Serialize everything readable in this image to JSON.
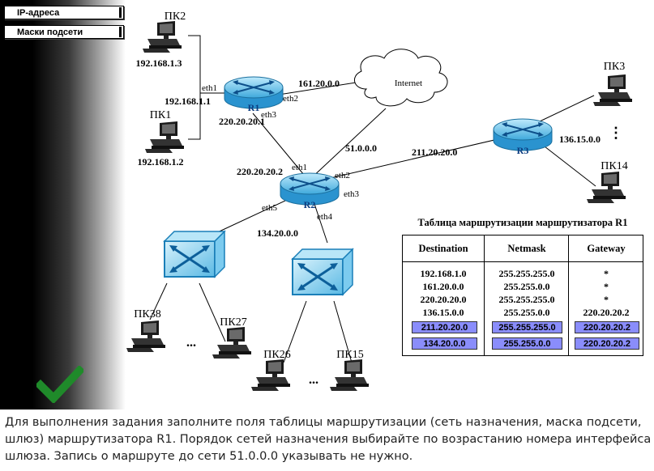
{
  "sidebar": {
    "tabs": [
      {
        "label": "IP-адреса"
      },
      {
        "label": "Маски подсети"
      }
    ]
  },
  "status": {
    "icon": "checkmark-icon",
    "color": "#1f8a2a"
  },
  "network": {
    "hosts": [
      {
        "name": "ПК2",
        "ip": "192.168.1.3"
      },
      {
        "name": "ПК1",
        "ip": "192.168.1.2"
      },
      {
        "name": "ПК3"
      },
      {
        "name": "ПК14"
      },
      {
        "name": "ПК38"
      },
      {
        "name": "ПК27"
      },
      {
        "name": "ПК26"
      },
      {
        "name": "ПК15"
      }
    ],
    "routers": [
      {
        "name": "R1"
      },
      {
        "name": "R2"
      },
      {
        "name": "R3"
      }
    ],
    "cloud": "Internet",
    "ellipsis": "...",
    "vellipsis": "⋮",
    "ports": {
      "r1_eth1": "eth1",
      "r1_eth2": "eth2",
      "r1_eth3": "eth3",
      "r2_eth1": "eth1",
      "r2_eth2": "eth2",
      "r2_eth3": "eth3",
      "r2_eth4": "eth4",
      "r2_eth5": "eth5"
    },
    "addresses": {
      "r1_eth1": "192.168.1.1",
      "r1_eth3": "220.20.20.1",
      "r2_eth1": "220.20.20.2",
      "net_161": "161.20.0.0",
      "net_51": "51.0.0.0",
      "net_211": "211.20.20.0",
      "net_136": "136.15.0.0",
      "net_134": "134.20.0.0"
    }
  },
  "routing_table": {
    "title": "Таблица маршрутизации маршрутизатора R1",
    "headers": {
      "destination": "Destination",
      "netmask": "Netmask",
      "gateway": "Gateway"
    },
    "rows": [
      {
        "destination": "192.168.1.0",
        "netmask": "255.255.255.0",
        "gateway": "*"
      },
      {
        "destination": "161.20.0.0",
        "netmask": "255.255.0.0",
        "gateway": "*"
      },
      {
        "destination": "220.20.20.0",
        "netmask": "255.255.255.0",
        "gateway": "*"
      },
      {
        "destination": "136.15.0.0",
        "netmask": "255.255.0.0",
        "gateway": "220.20.20.2"
      }
    ],
    "inputs": [
      {
        "destination": "211.20.20.0",
        "netmask": "255.255.255.0",
        "gateway": "220.20.20.2"
      },
      {
        "destination": "134.20.0.0",
        "netmask": "255.255.0.0",
        "gateway": "220.20.20.2"
      }
    ],
    "input_color": "#8a8dfb"
  },
  "instructions": "Для выполнения задания заполните поля таблицы маршрутизации (сеть назначения, маска подсети, шлюз) маршрутизатора R1. Порядок сетей назначения выбирайте по возрастанию номера интерфейса шлюза. Запись о маршруте до сети 51.0.0.0 указывать не нужно."
}
